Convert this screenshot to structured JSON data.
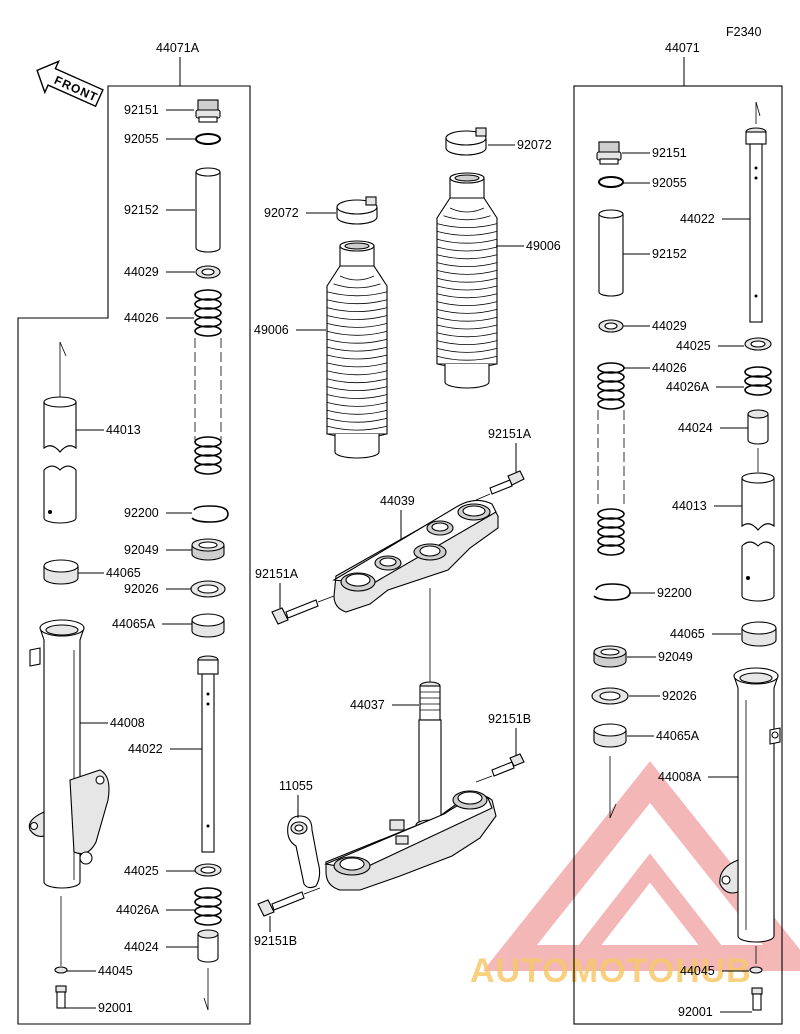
{
  "figure_code": "F2340",
  "assembly_left": "44071A",
  "assembly_right": "44071",
  "front_label": "FRONT",
  "labels": {
    "l_92151": "92151",
    "l_92055": "92055",
    "l_92152": "92152",
    "l_44029": "44029",
    "l_44026": "44026",
    "l_44013": "44013",
    "l_92200": "92200",
    "l_92049": "92049",
    "l_44065": "44065",
    "l_92026": "92026",
    "l_44065A": "44065A",
    "l_44008": "44008",
    "l_44022": "44022",
    "l_44025": "44025",
    "l_44026A": "44026A",
    "l_44024": "44024",
    "l_44045": "44045",
    "l_92001": "92001",
    "c_92072a": "92072",
    "c_92072b": "92072",
    "c_49006a": "49006",
    "c_49006b": "49006",
    "c_92151A_top": "92151A",
    "c_44039": "44039",
    "c_92151A_left": "92151A",
    "c_44037": "44037",
    "c_92151B_right": "92151B",
    "c_11055": "11055",
    "c_92151B_bottom": "92151B",
    "r_92151": "92151",
    "r_92055": "92055",
    "r_44022": "44022",
    "r_92152": "92152",
    "r_44029": "44029",
    "r_44025": "44025",
    "r_44026": "44026",
    "r_44026A": "44026A",
    "r_44024": "44024",
    "r_44013": "44013",
    "r_92200": "92200",
    "r_44065": "44065",
    "r_92049": "92049",
    "r_92026": "92026",
    "r_44065A": "44065A",
    "r_44008A": "44008A",
    "r_44045": "44045",
    "r_92001": "92001"
  },
  "watermark_text": "AUTOMOTOHUB",
  "colors": {
    "watermark": "#f0a0a0",
    "watermark_text": "#f7c86a",
    "line": "#000000"
  }
}
